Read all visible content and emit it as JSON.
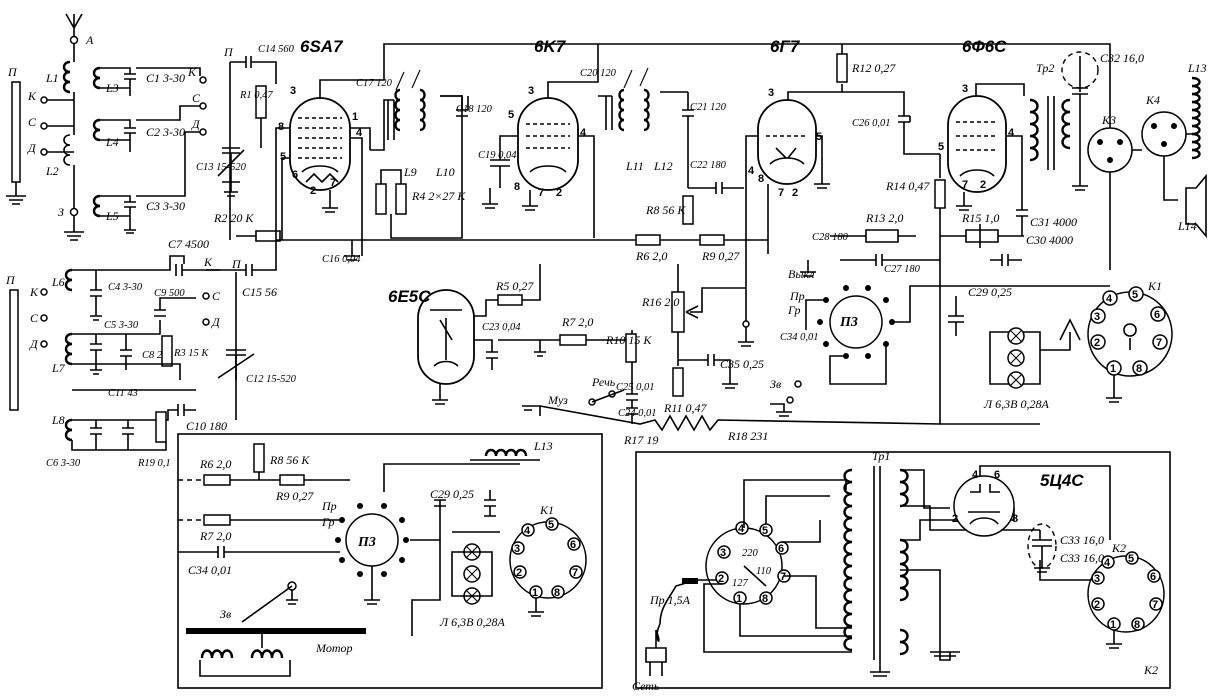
{
  "tubes": {
    "t1": "6SA7",
    "t2": "6K7",
    "t3": "6Г7",
    "t4": "6Ф6С",
    "t5": "6Е5С",
    "t6": "5Ц4С"
  },
  "labels": {
    "antenna": "А",
    "ground": "З",
    "p": "П",
    "k": "К",
    "s": "С",
    "d": "Д",
    "l1": "L1",
    "l2": "L2",
    "l3": "L3",
    "l4": "L4",
    "l5": "L5",
    "l6": "L6",
    "l7": "L7",
    "l8": "L8",
    "l9": "L9",
    "l10": "L10",
    "l11": "L11",
    "l12": "L12",
    "l13": "L13",
    "l14": "L14",
    "c1": "C1 3-30",
    "c2": "C2 3-30",
    "c3": "C3 3-30",
    "c4": "C4 3-30",
    "c5": "C5 3-30",
    "c6": "C6 3-30",
    "c7": "C7 4500",
    "c8": "C8 22",
    "c9": "C9 500",
    "c10": "C10 180",
    "c11": "C11 43",
    "c12": "C12 15-520",
    "c13": "C13 15-520",
    "c14": "C14 560",
    "c15": "C15 56",
    "c16": "C16 0,04",
    "c17": "C17 120",
    "c18": "C18 120",
    "c19": "C19 0,04",
    "c20": "C20 120",
    "c21": "C21 120",
    "c22": "C22 180",
    "c23": "C23 0,04",
    "c24": "C24 0,01",
    "c25": "C25 0,01",
    "c26": "C26 0,01",
    "c27": "C27 180",
    "c28": "C28 180",
    "c29": "C29 0,25",
    "c30": "C30 4000",
    "c31": "C31 4000",
    "c32": "C32 16,0",
    "c33": "C33 16,0",
    "c34": "C34 0,01",
    "c35": "C35 0,25",
    "r1": "R1 0,47",
    "r2": "R2 20 К",
    "r3": "R3 15 К",
    "r4": "R4 2×27 К",
    "r5": "R5 0,27",
    "r6": "R6 2,0",
    "r7": "R7 2,0",
    "r8": "R8 56 К",
    "r9": "R9 0,27",
    "r10": "R10 15 К",
    "r11": "R11 0,47",
    "r12": "R12 0,27",
    "r13": "R13 2,0",
    "r14": "R14 0,47",
    "r15": "R15 1,0",
    "r16": "R16 2,0",
    "r17": "R17 19",
    "r18": "R18 231",
    "r19": "R19 0,1",
    "tr1": "Тр1",
    "tr2": "Тр2",
    "k1": "К1",
    "k2": "К2",
    "k3": "К3",
    "k4": "К4",
    "p3": "П3",
    "pr": "Пр",
    "gr": "Гр",
    "vykl": "Выкл",
    "zv": "Зв",
    "muz": "Муз",
    "rech": "Речь",
    "lamp": "Л 6,3В 0,28А",
    "motor": "Мотор",
    "fuse": "Пр 1,5А",
    "mains": "Сеть",
    "v220": "220",
    "v127": "127",
    "v110": "110"
  }
}
